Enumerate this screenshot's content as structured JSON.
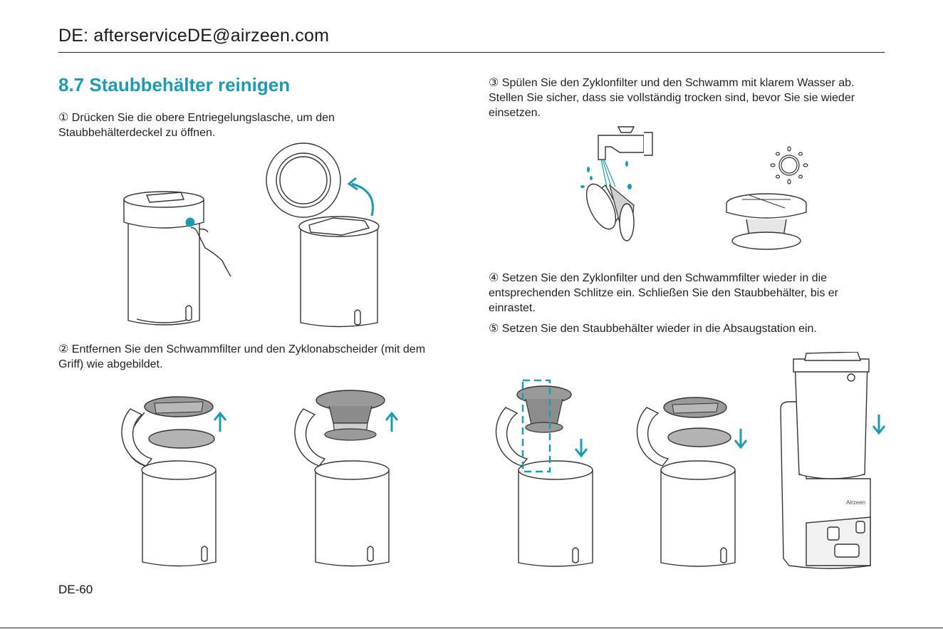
{
  "header": {
    "contact": "DE: afterserviceDE@airzeen.com"
  },
  "section": {
    "title": "8.7 Staubbehälter reinigen"
  },
  "steps": {
    "s1": "① Drücken Sie die obere Entriegelungslasche, um den Staubbehälterdeckel zu öffnen.",
    "s2": "② Entfernen Sie den Schwammfilter und den Zyklonabscheider (mit dem Griff) wie abgebildet.",
    "s3": "③ Spülen Sie den Zyklonfilter und den Schwamm mit klarem Wasser ab. Stellen Sie sicher, dass sie vollständig trocken sind, bevor Sie sie wieder einsetzen.",
    "s4": "④ Setzen Sie den Zyklonfilter und den Schwammfilter wieder in die entsprechenden Schlitze ein. Schließen Sie den Staubbehälter, bis er einrastet.",
    "s5": "⑤ Setzen Sie den Staubbehälter wieder in die Absaugstation ein."
  },
  "station": {
    "brand": "Airzeen"
  },
  "footer": {
    "page": "DE-60"
  },
  "colors": {
    "accent": "#1e9bb0",
    "line": "#333333",
    "filter_gray": "#9a9a9a",
    "sponge_gray": "#b3b3b3"
  }
}
